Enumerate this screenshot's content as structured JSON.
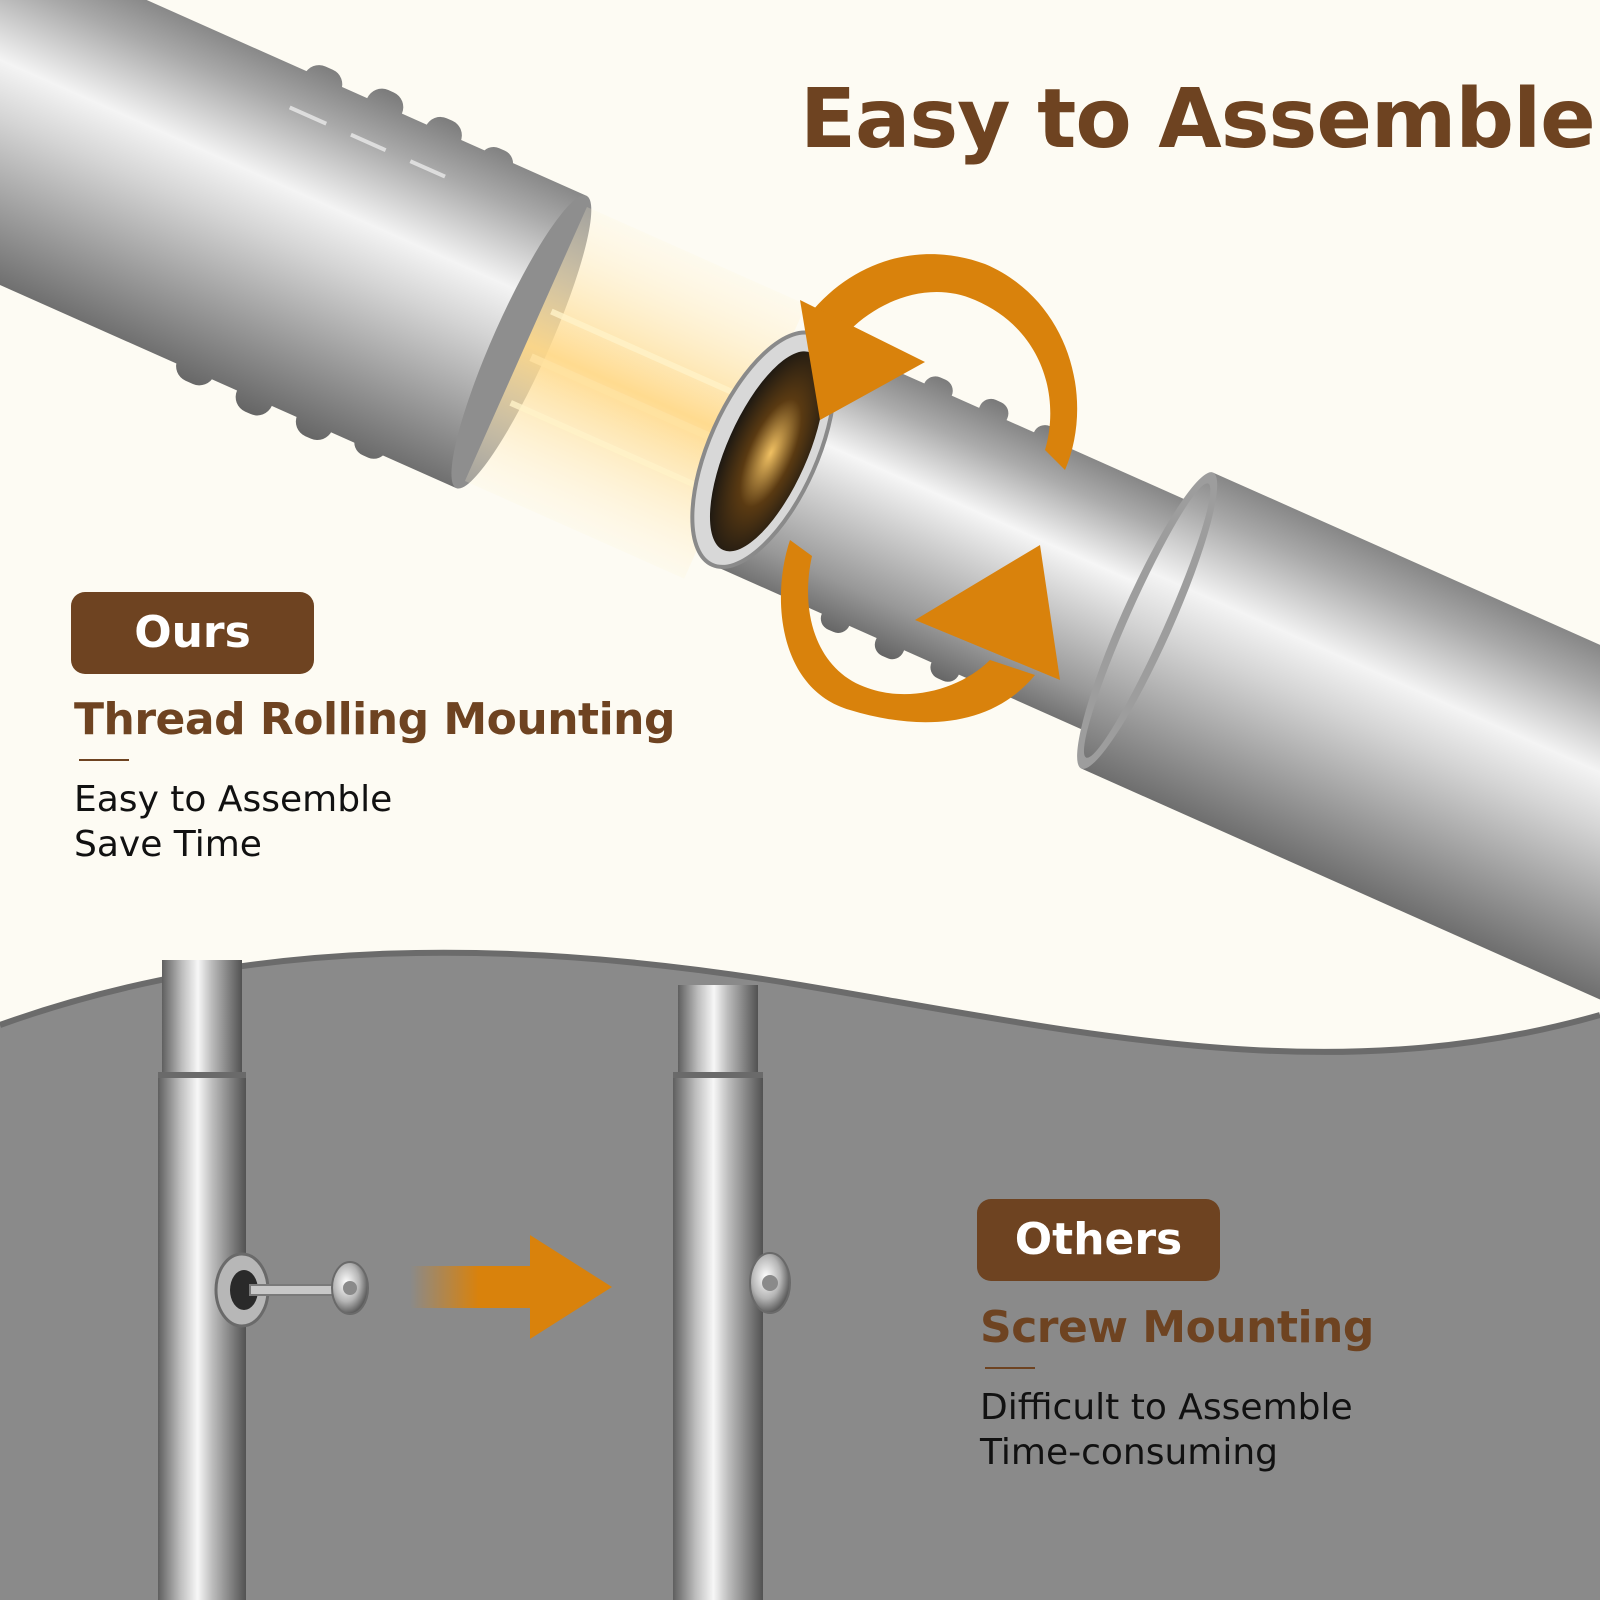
{
  "headline": "Easy to Assemble",
  "ours": {
    "badge": "Ours",
    "method": "Thread Rolling Mounting",
    "benefits": [
      "Easy to Assemble",
      "Save Time"
    ]
  },
  "others": {
    "badge": "Others",
    "method": "Screw Mounting",
    "drawbacks": [
      "Difficult to Assemble",
      "Time-consuming"
    ]
  },
  "colors": {
    "background": "#fdfbf3",
    "brand_brown": "#6e4321",
    "accent_orange": "#d9820c",
    "lower_panel_gray": "#8a8a8a",
    "steel": "#c9c9c9"
  },
  "icons": [
    "rotation-arrows-icon",
    "right-arrow-icon",
    "screw-icon"
  ]
}
